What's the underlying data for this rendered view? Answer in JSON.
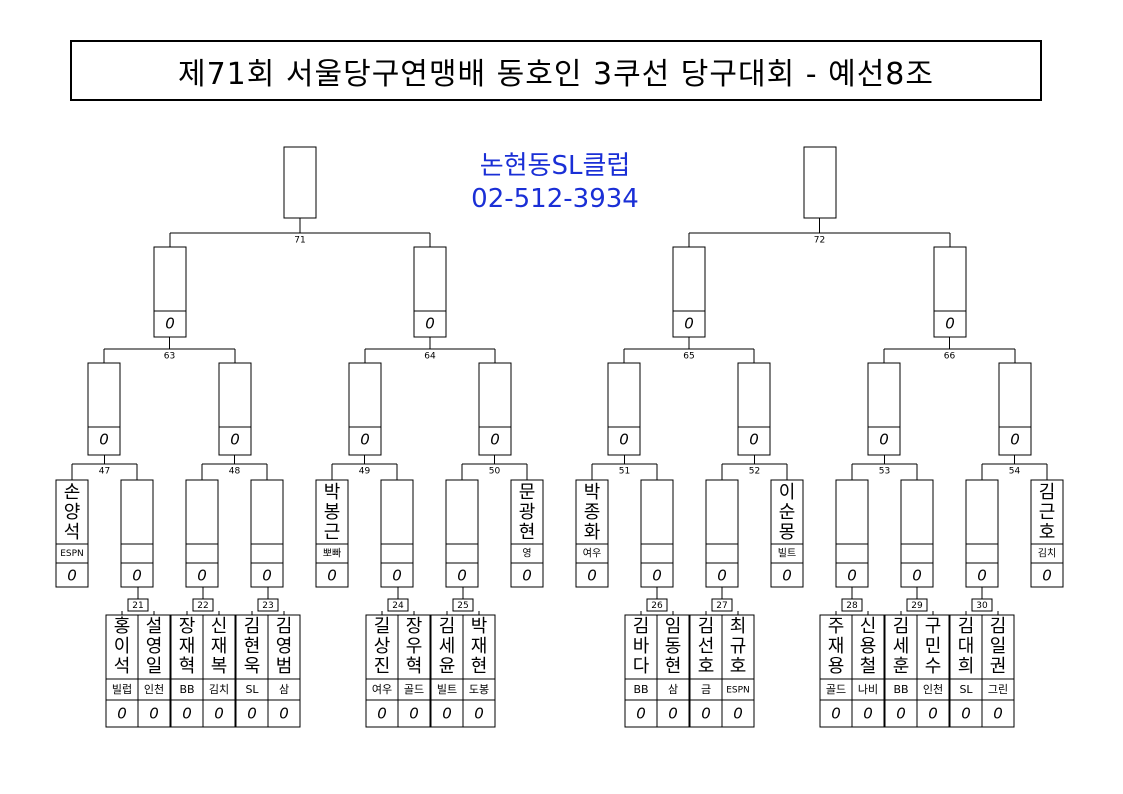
{
  "title": "제71회 서울당구연맹배 동호인 3쿠선 당구대회 - 예선8조",
  "club": {
    "name": "논현동SL클럽",
    "phone": "02-512-3934"
  },
  "score_mark": "0",
  "matches": {
    "m21": "21",
    "m22": "22",
    "m23": "23",
    "m24": "24",
    "m25": "25",
    "m26": "26",
    "m27": "27",
    "m28": "28",
    "m29": "29",
    "m30": "30",
    "m47": "47",
    "m48": "48",
    "m49": "49",
    "m50": "50",
    "m51": "51",
    "m52": "52",
    "m53": "53",
    "m54": "54",
    "m63": "63",
    "m64": "64",
    "m65": "65",
    "m66": "66",
    "m71": "71",
    "m72": "72"
  },
  "byes": [
    {
      "name": "손양석",
      "club": "ESPN"
    },
    {
      "name": "박봉근",
      "club": "뽀빠"
    },
    {
      "name": "문광현",
      "club": "영"
    },
    {
      "name": "박종화",
      "club": "여우"
    },
    {
      "name": "이순몽",
      "club": "빌트"
    },
    {
      "name": "김근호",
      "club": "김치"
    }
  ],
  "players": [
    {
      "name": "홍이석",
      "club": "빌럽"
    },
    {
      "name": "설영일",
      "club": "인천"
    },
    {
      "name": "장재혁",
      "club": "BB"
    },
    {
      "name": "신재복",
      "club": "김치"
    },
    {
      "name": "김현욱",
      "club": "SL"
    },
    {
      "name": "김영범",
      "club": "삼"
    },
    {
      "name": "길상진",
      "club": "여우"
    },
    {
      "name": "장우혁",
      "club": "골드"
    },
    {
      "name": "김세윤",
      "club": "빌트"
    },
    {
      "name": "박재현",
      "club": "도봉"
    },
    {
      "name": "김바다",
      "club": "BB"
    },
    {
      "name": "임동현",
      "club": "삼"
    },
    {
      "name": "김선호",
      "club": "금"
    },
    {
      "name": "최규호",
      "club": "ESPN"
    },
    {
      "name": "주재용",
      "club": "골드"
    },
    {
      "name": "신용철",
      "club": "나비"
    },
    {
      "name": "김세훈",
      "club": "BB"
    },
    {
      "name": "구민수",
      "club": "인천"
    },
    {
      "name": "김대희",
      "club": "SL"
    },
    {
      "name": "김일권",
      "club": "그린"
    }
  ]
}
